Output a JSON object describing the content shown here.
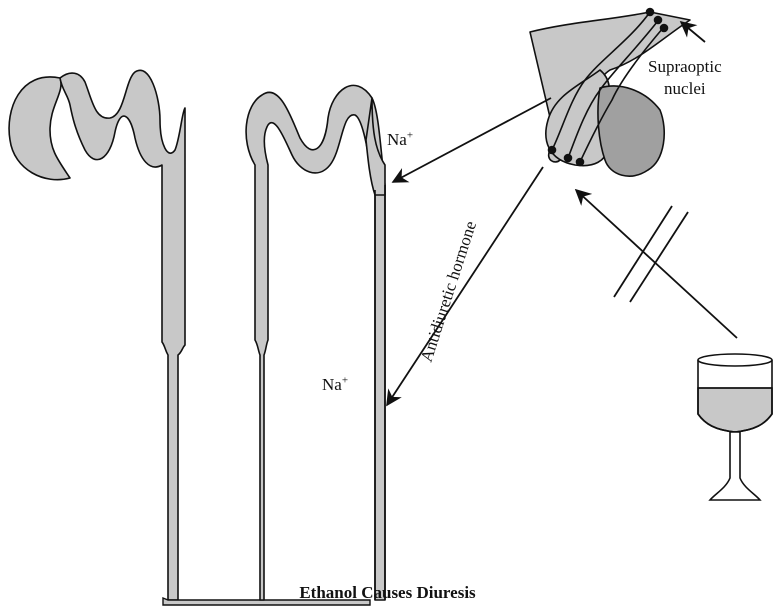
{
  "labels": {
    "supraoptic_line1": "Supraoptic",
    "supraoptic_line2": "nuclei",
    "sodium_symbol": "Na",
    "sodium_charge": "+",
    "adh": "Antidiuretic hormone"
  },
  "caption": "Ethanol Causes Diuresis",
  "colors": {
    "tubule_fill": "#c8c8c8",
    "pituitary_fill": "#a0a0a0",
    "stroke": "#111111"
  },
  "icons": [
    "kidney-tubule",
    "pituitary-gland",
    "wine-glass-icon",
    "arrow"
  ]
}
